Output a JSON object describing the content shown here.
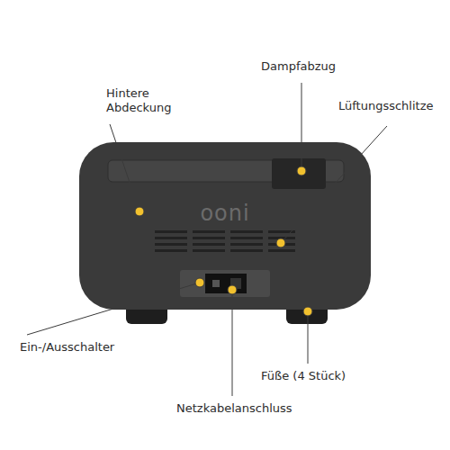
{
  "diagram": {
    "labels": [
      "Dampfabzug",
      "Hintere Abdeckung",
      "Lüftungsschlitze",
      "ooni",
      "Ein-/Ausschalter",
      "Füße (4 Stück)",
      "Netzkabelanschluss"
    ]
  }
}
